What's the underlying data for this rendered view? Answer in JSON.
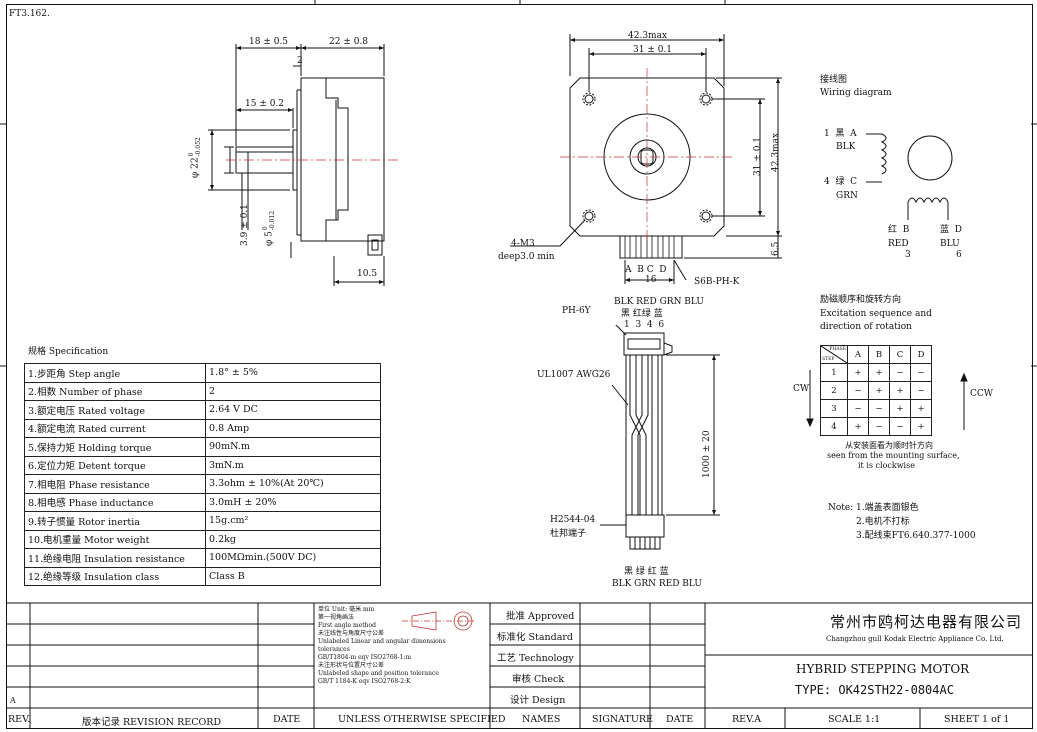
{
  "drawing_no": "FT3.162.",
  "side_view": {
    "dim_body_len": "18 ± 0.5",
    "dim_motor_len": "22 ± 0.8",
    "dim_two": "2",
    "dim_shaft_len": "15 ± 0.2",
    "dim_boss_dia": "φ 22",
    "dim_boss_tol_top": "0",
    "dim_boss_tol_bot": "-0.052",
    "dim_flat": "3.9 ± 0.1",
    "dim_shaft_dia": "φ 5",
    "dim_shaft_tol_top": "0",
    "dim_shaft_tol_bot": "-0.012",
    "dim_conn": "10.5"
  },
  "front_view": {
    "dim_width": "42.3max",
    "dim_hole_pitch": "31 ± 0.1",
    "dim_height": "42.3max",
    "dim_hole_pitch_v": "31 ± 0.1",
    "dim_conn_h": "6.5",
    "holes_label": "4-M3",
    "holes_depth": "deep3.0 min",
    "pin_letters": "A  B C  D",
    "pin_span": "16",
    "connector": "S6B-PH-K"
  },
  "wiring": {
    "title_cn": "接线图",
    "title_en": "Wiring diagram",
    "a_label": "1  黑  A",
    "a_color": "BLK",
    "c_label": "4  绿  C",
    "c_color": "GRN",
    "b_label": "红  B",
    "b_color": "RED",
    "b_pin": "3",
    "d_label": "蓝  D",
    "d_color": "BLU",
    "d_pin": "6"
  },
  "cable": {
    "top_colors": "BLK RED GRN BLU",
    "top_cn": "黑 红绿 蓝",
    "top_pins": "1  3  4  6",
    "ph_label": "PH-6Y",
    "wire_label": "UL1007 AWG26",
    "length": "1000 ± 20",
    "term_label": "H2544-04",
    "term_cn": "杜邦端子",
    "bot_cn": "黑 绿 红 蓝",
    "bot_colors": "BLK GRN RED BLU"
  },
  "excitation": {
    "title_cn": "励磁顺序和旋转方向",
    "title_en1": "Excitation sequence and",
    "title_en2": "direction of rotation",
    "hdr_phase": "PHASE",
    "hdr_step": "STEP",
    "phases": [
      "A",
      "B",
      "C",
      "D"
    ],
    "rows": [
      {
        "step": "1",
        "v": [
          "+",
          "+",
          "−",
          "−"
        ]
      },
      {
        "step": "2",
        "v": [
          "−",
          "+",
          "+",
          "−"
        ]
      },
      {
        "step": "3",
        "v": [
          "−",
          "−",
          "+",
          "+"
        ]
      },
      {
        "step": "4",
        "v": [
          "+",
          "−",
          "−",
          "+"
        ]
      }
    ],
    "cw": "CW",
    "ccw": "CCW",
    "note_cn": "从安装面看为顺时针方向",
    "note_en1": "seen from the mounting surface,",
    "note_en2": "it is clockwise"
  },
  "notes": {
    "label": "Note:",
    "n1": "1.端盖表面银色",
    "n2": "2.电机不打标",
    "n3": "3.配线束FT6.640.377-1000"
  },
  "spec": {
    "title": "规格 Specification",
    "rows": [
      {
        "k": "1.步距角 Step angle",
        "v": "1.8°  ± 5%"
      },
      {
        "k": "2.相数 Number of phase",
        "v": "2"
      },
      {
        "k": "3.额定电压 Rated voltage",
        "v": "2.64 V DC"
      },
      {
        "k": "4.额定电流 Rated current",
        "v": "0.8 Amp"
      },
      {
        "k": "5.保持力矩 Holding torque",
        "v": "90mN.m"
      },
      {
        "k": "6.定位力矩 Detent torque",
        "v": "3mN.m"
      },
      {
        "k": "7.相电阻 Phase resistance",
        "v": "3.3ohm ± 10%(At 20℃)"
      },
      {
        "k": "8.相电感 Phase inductance",
        "v": "3.0mH ± 20%"
      },
      {
        "k": "9.转子惯量 Rotor inertia",
        "v": "15g.cm²"
      },
      {
        "k": "10.电机重量 Motor weight",
        "v": "0.2kg"
      },
      {
        "k": "11.绝缘电阻 Insulation resistance",
        "v": "100MΩmin.(500V DC)"
      },
      {
        "k": "12.绝缘等级 Insulation class",
        "v": "Class B"
      }
    ]
  },
  "title_block": {
    "rev_letter": "A",
    "rev": "REV.",
    "revision_record": "版本记录 REVISION RECORD",
    "date": "DATE",
    "unless": "UNLESS OTHERWISE SPECIFIED",
    "names": "NAMES",
    "signature": "SIGNATURE",
    "date2": "DATE",
    "rev_a": "REV.A",
    "scale": "SCALE 1:1",
    "sheet": "SHEET 1 of 1",
    "unit_lines": [
      "单位 Unit: 毫米 mm",
      "第一视角画法",
      "First angle method",
      "未注线性与角度尺寸公差",
      "Unlabeled Linear and angular dimensions",
      "tolerances",
      "GB/T1804-m  eqv ISO2768-1:m",
      "未注形状与位置尺寸公差",
      "Unlabeled shape and position tolerance",
      "GB/T 1184-K  eqv ISO2768-2:K"
    ],
    "approved": "批准 Approved",
    "standard": "标准化 Standard",
    "technology": "工艺 Technology",
    "check": "审核 Check",
    "design": "设计 Design",
    "company_cn": "常州市鸥柯达电器有限公司",
    "company_en": "Changzhou gull Kodak Electric Appliance Co. Ltd.",
    "product": "HYBRID STEPPING MOTOR",
    "type": "TYPE: OK42STH22-0804AC"
  }
}
